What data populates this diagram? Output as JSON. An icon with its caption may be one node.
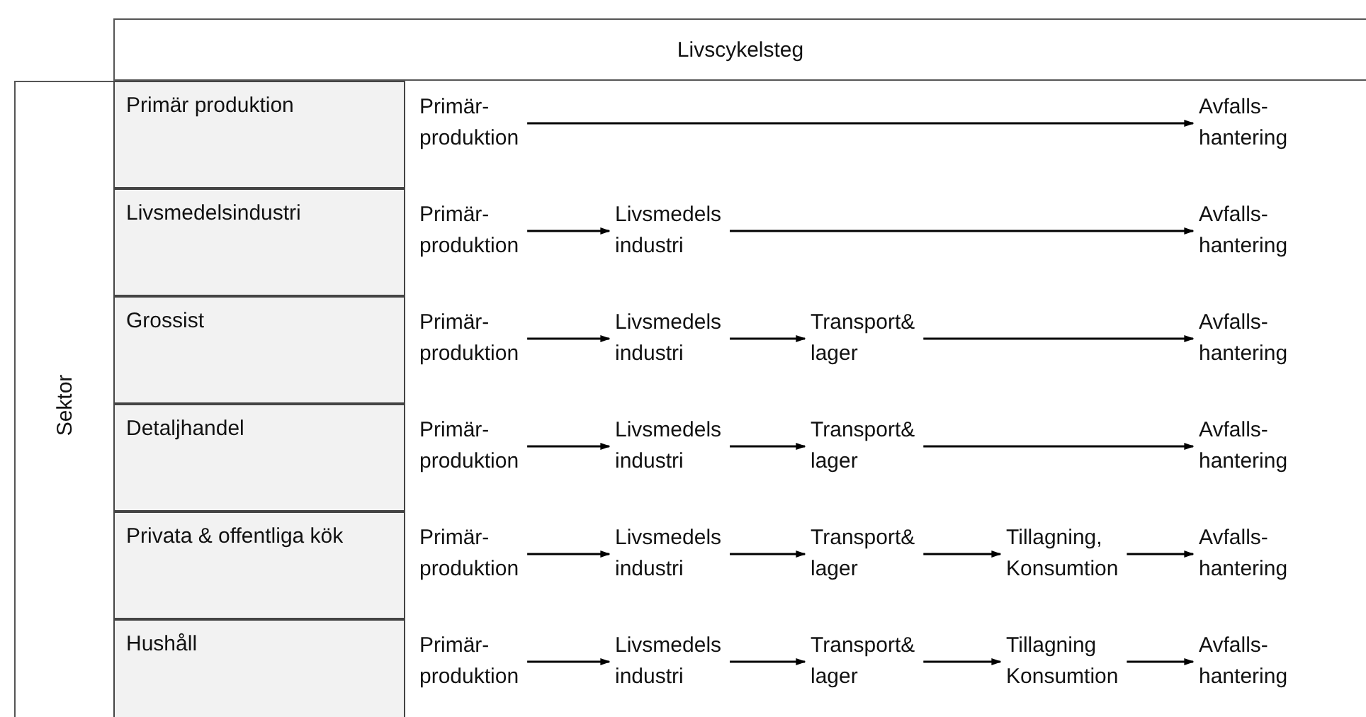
{
  "diagram": {
    "nodes": [
      {
        "text": [
          "Livscykelsteg"
        ]
      },
      {
        "text": [
          "Sektor"
        ]
      },
      {
        "text": [
          "Primär produktion"
        ]
      },
      {
        "text": [
          "Primär- produktion"
        ]
      },
      {
        "text": [
          "Avfalls- hantering"
        ]
      },
      {
        "text": [
          "Livsmedelsindustri"
        ]
      },
      {
        "text": [
          "Primär- produktion"
        ]
      },
      {
        "text": [
          "Livsmedels industri"
        ]
      },
      {
        "text": [
          "Avfalls- hantering"
        ]
      },
      {
        "text": [
          "Grossist"
        ]
      },
      {
        "text": [
          "Primär- produktion"
        ]
      },
      {
        "text": [
          "Livsmedels industri"
        ]
      },
      {
        "text": [
          "Transport& lager"
        ]
      },
      {
        "text": [
          "Avfalls- hantering"
        ]
      },
      {
        "text": [
          "Detaljhandel"
        ]
      },
      {
        "text": [
          "Primär- produktion"
        ]
      },
      {
        "text": [
          "Livsmedels industri"
        ]
      },
      {
        "text": [
          "Transport& lager"
        ]
      },
      {
        "text": [
          "Avfalls- hantering"
        ]
      },
      {
        "text": [
          "Privata & offentliga kök"
        ]
      },
      {
        "text": [
          "Primär- produktion"
        ]
      },
      {
        "text": [
          "Livsmedels industri"
        ]
      },
      {
        "text": [
          "Transport& lager"
        ]
      },
      {
        "text": [
          "Tillagning, Konsumtion"
        ]
      },
      {
        "text": [
          "Avfalls- hantering"
        ]
      },
      {
        "text": [
          "Hushåll"
        ]
      },
      {
        "text": [
          "Primär- produktion"
        ]
      },
      {
        "text": [
          "Livsmedels industri"
        ]
      },
      {
        "text": [
          "Transport& lager"
        ]
      },
      {
        "text": [
          "Tillagning Konsumtion"
        ]
      },
      {
        "text": [
          "Avfalls- hantering"
        ]
      }
    ],
    "edges": [
      {
        "from": 3,
        "to": 4,
        "arrow": "to"
      },
      {
        "from": 6,
        "to": 7,
        "arrow": "to"
      },
      {
        "from": 7,
        "to": 8,
        "arrow": "to"
      },
      {
        "from": 10,
        "to": 11,
        "arrow": "to"
      },
      {
        "from": 11,
        "to": 12,
        "arrow": "to"
      },
      {
        "from": 12,
        "to": 13,
        "arrow": "to"
      },
      {
        "from": 15,
        "to": 16,
        "arrow": "to"
      },
      {
        "from": 16,
        "to": 17,
        "arrow": "to"
      },
      {
        "from": 17,
        "to": 18,
        "arrow": "to"
      },
      {
        "from": 20,
        "to": 21,
        "arrow": "to"
      },
      {
        "from": 21,
        "to": 22,
        "arrow": "to"
      },
      {
        "from": 22,
        "to": 23,
        "arrow": "to"
      },
      {
        "from": 23,
        "to": 24,
        "arrow": "to"
      },
      {
        "from": 26,
        "to": 27,
        "arrow": "to"
      },
      {
        "from": 27,
        "to": 28,
        "arrow": "to"
      },
      {
        "from": 28,
        "to": 29,
        "arrow": "to"
      },
      {
        "from": 29,
        "to": 30,
        "arrow": "to"
      }
    ]
  }
}
